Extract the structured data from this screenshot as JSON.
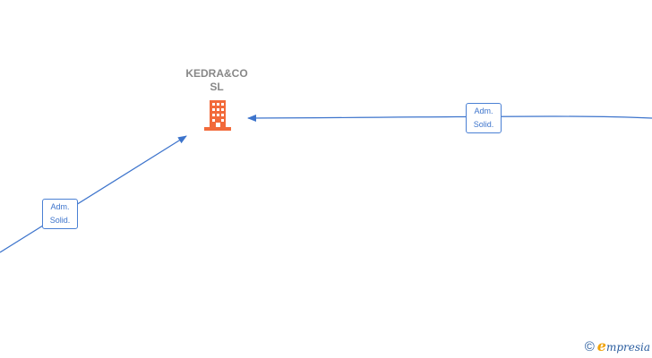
{
  "company": {
    "name_line1": "KEDRA&CO",
    "name_line2": "SL",
    "icon": "building-icon",
    "icon_color": "#f26a3a"
  },
  "relations": [
    {
      "id": "left",
      "label_line1": "Adm.",
      "label_line2": "Solid.",
      "direction": "into-company"
    },
    {
      "id": "right",
      "label_line1": "Adm.",
      "label_line2": "Solid.",
      "direction": "into-company"
    }
  ],
  "edge_color": "#3d74cc",
  "watermark": {
    "copyright_symbol": "©",
    "brand_initial": "e",
    "brand_rest": "mpresia",
    "brand_text": "empresia"
  }
}
